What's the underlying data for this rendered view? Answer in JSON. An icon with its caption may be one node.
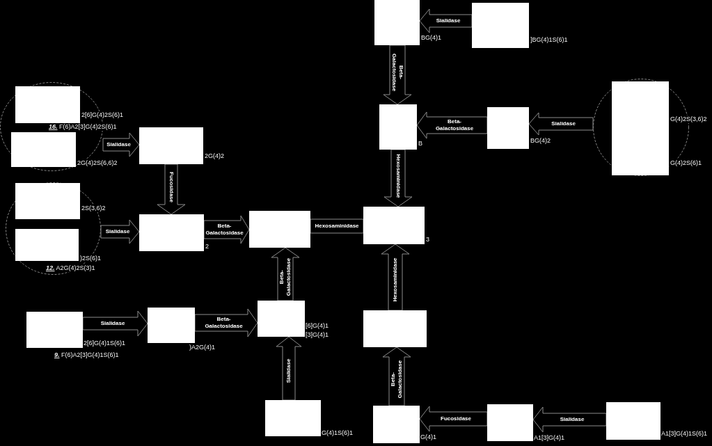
{
  "diagram": {
    "nodes": [
      {
        "text": [],
        "shape": "box",
        "beside": [
          "BG(4)1"
        ]
      },
      {
        "text": [],
        "shape": "box",
        "beside": [
          "]BG(4)1S(6)1"
        ]
      },
      {
        "text": [],
        "shape": "circle"
      },
      {
        "text": [],
        "shape": "box",
        "in": 2,
        "beside": [
          "2[6]G(4)2S(6)1",
          "**16.** F(6)A2[3]G(4)2S(6)1"
        ]
      },
      {
        "text": [],
        "shape": "box",
        "in": 2,
        "beside": [
          "2G(4)2S(6,6)2"
        ]
      },
      {
        "text": [],
        "shape": "box",
        "beside": [
          "2G(4)2"
        ]
      },
      {
        "text": [],
        "shape": "box",
        "beside": [
          "B"
        ]
      },
      {
        "text": [],
        "shape": "box",
        "beside": [
          "BG(4)2"
        ]
      },
      {
        "text": [],
        "shape": "circle"
      },
      {
        "text": [],
        "shape": "box",
        "in": 8,
        "beside": [
          "G(4)2S(3,6)2",
          "G(4)2S(6)1"
        ]
      },
      {
        "text": [],
        "shape": "circle"
      },
      {
        "text": [],
        "shape": "box",
        "in": 10,
        "beside": [
          "2S(3,6)2"
        ]
      },
      {
        "text": [],
        "shape": "box",
        "in": 10,
        "beside": [
          ")2S(6)1",
          "**12.** A2G(4)2S(3)1"
        ]
      },
      {
        "text": [],
        "shape": "box",
        "beside": [
          "2"
        ]
      },
      {
        "text": [],
        "shape": "box"
      },
      {
        "text": [],
        "shape": "box",
        "beside": [
          "3"
        ]
      },
      {
        "text": [],
        "shape": "box",
        "beside": [
          "2[6]G(4)1S(6)1",
          "**9.** F(6)A2[3]G(4)1S(6)1"
        ]
      },
      {
        "text": [],
        "shape": "box",
        "beside": [
          ")A2G(4)1"
        ]
      },
      {
        "text": [],
        "shape": "box",
        "beside": [
          "[6]G(4)1",
          "[3]G(4)1"
        ]
      },
      {
        "text": [],
        "shape": "box"
      },
      {
        "text": [],
        "shape": "box",
        "beside": [
          "G(4)1S(6)1"
        ]
      },
      {
        "text": [],
        "shape": "box",
        "beside": [
          "G(4)1"
        ]
      },
      {
        "text": [],
        "shape": "box",
        "beside": [
          "A1[3]G(4)1"
        ]
      },
      {
        "text": [],
        "shape": "box",
        "beside": [
          "A1[3]G(4)1S(6)1"
        ]
      }
    ],
    "edges": [
      {
        "from": 1,
        "to": 0,
        "arrow": "to",
        "label": "Sialidase"
      },
      {
        "from": 0,
        "to": 6,
        "arrow": "to",
        "label": "Beta- Galactosidase"
      },
      {
        "from": 2,
        "to": 5,
        "arrow": "to",
        "label": "Sialidase"
      },
      {
        "from": 7,
        "to": 6,
        "arrow": "to",
        "label": "Beta- Galactosidase"
      },
      {
        "from": 8,
        "to": 7,
        "arrow": "to",
        "label": "Sialidase"
      },
      {
        "from": 5,
        "to": 13,
        "arrow": "to",
        "label": "Fucosidase"
      },
      {
        "from": 6,
        "to": 15,
        "arrow": "to",
        "label": "Hexosaminidase"
      },
      {
        "from": 10,
        "to": 13,
        "arrow": "to",
        "label": "Sialidase"
      },
      {
        "from": 13,
        "to": 14,
        "arrow": "to",
        "label": "Beta- Galactosidase"
      },
      {
        "from": 14,
        "to": 15,
        "arrow": "none",
        "label": "Hexosaminidase"
      },
      {
        "from": 18,
        "to": 14,
        "arrow": "to",
        "label": "Beta- Galactosidase"
      },
      {
        "from": 19,
        "to": 15,
        "arrow": "to",
        "label": "Hexosaminidase"
      },
      {
        "from": 16,
        "to": 17,
        "arrow": "to",
        "label": "Sialidase"
      },
      {
        "from": 17,
        "to": 18,
        "arrow": "to",
        "label": "Beta- Galactosidase"
      },
      {
        "from": 20,
        "to": 18,
        "arrow": "to",
        "label": "Sialidase"
      },
      {
        "from": 21,
        "to": 19,
        "arrow": "to",
        "label": "Beta- Galactosidase"
      },
      {
        "from": 22,
        "to": 21,
        "arrow": "to",
        "label": "Fucosidase"
      },
      {
        "from": 23,
        "to": 22,
        "arrow": "to",
        "label": "Sialidase"
      }
    ]
  }
}
